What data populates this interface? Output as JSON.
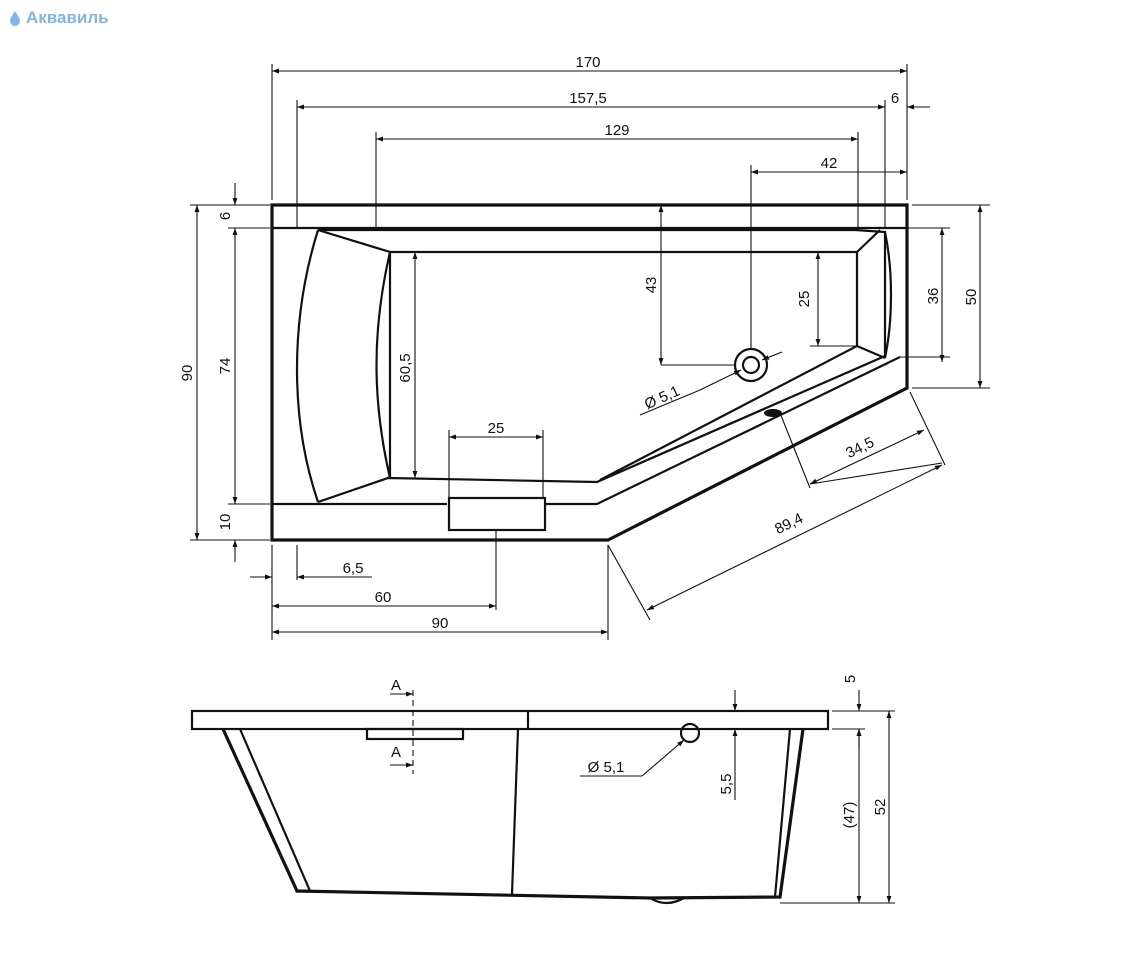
{
  "logo": {
    "text": "Аквавиль",
    "icon": "droplet-icon",
    "color": "#7fb6e8"
  },
  "top_view": {
    "dims": {
      "total_length": "170",
      "inner_length": "157,5",
      "edge_right": "6",
      "basin_length": "129",
      "drain_offset": "42",
      "height_total": "90",
      "height_inner": "74",
      "edge_top": "6",
      "edge_bottom": "10",
      "drain_depth": "43",
      "right_inner": "25",
      "right_36": "36",
      "right_50": "50",
      "headrest": "60,5",
      "overflow_width": "25",
      "drain_diameter": "Ø 5,1",
      "slope_34_5": "34,5",
      "slope_89_4": "89,4",
      "bottom_6_5": "6,5",
      "bottom_60": "60",
      "bottom_90": "90"
    }
  },
  "side_view": {
    "dims": {
      "section_a_top": "A",
      "section_a_bottom": "A",
      "drain_diameter": "Ø 5,1",
      "rim": "5",
      "drain_height": "5,5",
      "depth_inner": "(47)",
      "depth_total": "52"
    }
  }
}
